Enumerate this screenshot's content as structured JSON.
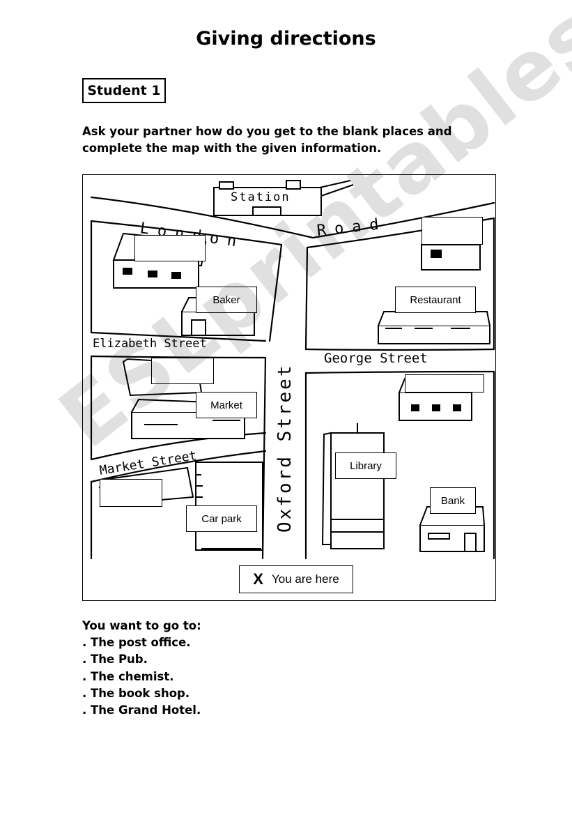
{
  "title": "Giving directions",
  "student_label": "Student 1",
  "instructions": {
    "line1": "Ask your partner how do you get to the blank places and",
    "line2": "complete the map with the given information."
  },
  "map": {
    "streets": {
      "london_road_a": "London",
      "london_road_b": "Road",
      "elizabeth": "Elizabeth Street",
      "george": "George Street",
      "market_street": "Market Street",
      "oxford": "Oxford Street"
    },
    "buildings": {
      "station": "Station",
      "baker": "Baker",
      "restaurant": "Restaurant",
      "market": "Market",
      "library": "Library",
      "car_park": "Car park",
      "bank": "Bank"
    },
    "you_are_here": {
      "marker": "X",
      "label": "You are here"
    }
  },
  "want": {
    "heading": "You want to go to:",
    "items": [
      ". The post office.",
      ". The Pub.",
      ". The chemist.",
      ". The book shop.",
      ". The Grand Hotel."
    ]
  },
  "watermark": "ESLprintables.com"
}
